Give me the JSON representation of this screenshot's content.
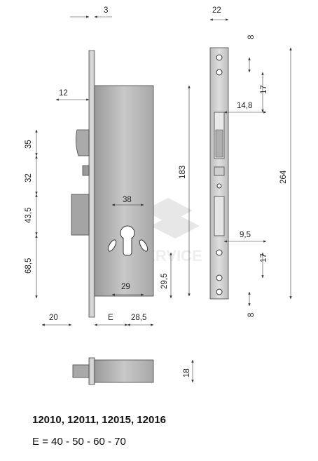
{
  "dimensions": {
    "faceplate_thickness": "3",
    "faceplate_width": "22",
    "top_hole_spacing": "8",
    "top_hole_offset": "17",
    "forend_depth": "12",
    "latch_offset": "14,8",
    "case_height": "183",
    "overall_height": "264",
    "latch_height": "35",
    "latch_to_deadbolt": "32",
    "deadbolt_height": "43,5",
    "cylinder_offset": "68,5",
    "cylinder_width": "38",
    "cylinder_spacing": "29",
    "cylinder_hole_offset": "29,5",
    "lower_hole_offset": "9,5",
    "bottom_hole_offset": "17",
    "bottom_hole_spacing": "8",
    "deadbolt_throw": "20",
    "backset": "E",
    "case_edge": "28,5",
    "case_thickness": "18"
  },
  "watermark": "CISASERVICE",
  "caption": {
    "models": "12010, 12011, 12015, 12016",
    "backset_options": "E = 40 - 50 - 60 - 70"
  }
}
